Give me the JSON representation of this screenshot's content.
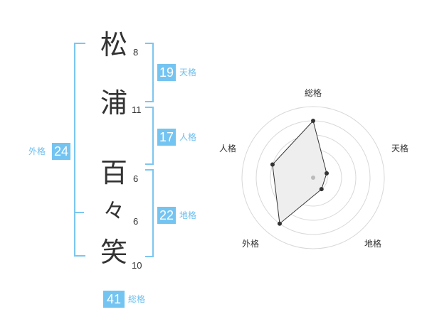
{
  "name_chars": [
    {
      "char": "松",
      "strokes": "8"
    },
    {
      "char": "浦",
      "strokes": "11"
    },
    {
      "char": "百",
      "strokes": "6"
    },
    {
      "char": "々",
      "strokes": "6"
    },
    {
      "char": "笑",
      "strokes": "10"
    }
  ],
  "fortunes": {
    "ten": {
      "value": "19",
      "label": "天格"
    },
    "jin": {
      "value": "17",
      "label": "人格"
    },
    "chi": {
      "value": "22",
      "label": "地格"
    },
    "gai": {
      "value": "24",
      "label": "外格"
    },
    "sou": {
      "value": "41",
      "label": "総格"
    }
  },
  "chart_data": {
    "type": "radar",
    "axes": [
      "総格",
      "天格",
      "地格",
      "外格",
      "人格"
    ],
    "values": [
      4,
      1,
      1,
      4,
      3
    ],
    "range": [
      0,
      5
    ],
    "rings": 5,
    "colors": {
      "fill": "#eeeeee",
      "line": "#333333",
      "grid": "#d8d8d8",
      "center": "#bbbbbb"
    }
  },
  "colors": {
    "accent": "#74c4f2",
    "bracket": "#7cc6f0",
    "text": "#333333"
  }
}
